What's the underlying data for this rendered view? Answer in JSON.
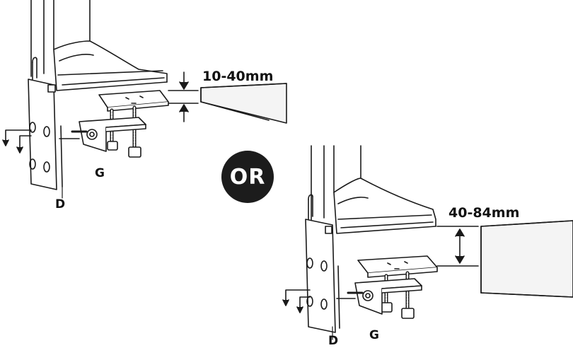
{
  "measurements": {
    "thin_range": "10-40mm",
    "thick_range": "40-84mm"
  },
  "parts": {
    "post_letter": "D",
    "clamp_letter": "G"
  },
  "separator": "OR",
  "colors": {
    "line": "#1a1a1a",
    "desk_face": "#f2f2f2",
    "badge": "#1c1c1c",
    "badge_text": "#ffffff"
  }
}
